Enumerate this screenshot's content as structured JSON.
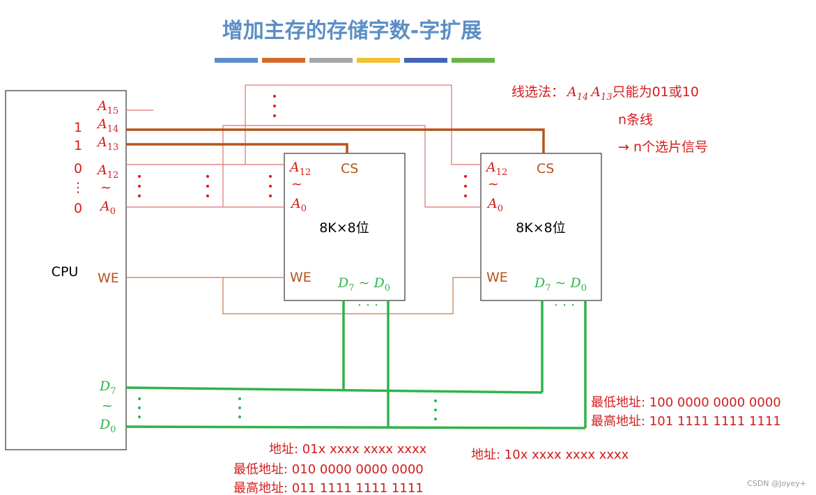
{
  "title": "增加主存的存储字数-字扩展",
  "colors": {
    "title": "#5b8ec4",
    "red": "#d31c1c",
    "brown": "#b5541b",
    "green": "#2fb34a",
    "thin_line": "#e07070",
    "we_line": "#c8784a",
    "bus_line": "#b5541b",
    "swatches": [
      "#5b8ec4",
      "#d46a2a",
      "#a5a5a5",
      "#f2c12e",
      "#4466b8",
      "#6cb24a"
    ]
  },
  "cpu": {
    "label": "CPU",
    "pins": {
      "a15": "A",
      "a15_sub": "15",
      "a14": "A",
      "a14_sub": "14",
      "a13": "A",
      "a13_sub": "13",
      "a12": "A",
      "a12_sub": "12",
      "tilde": "~",
      "a0": "A",
      "a0_sub": "0",
      "we": "WE",
      "d7": "D",
      "d7_sub": "7",
      "d0": "D",
      "d0_sub": "0"
    },
    "bits": {
      "b14": "1",
      "b13": "1",
      "b12": "0",
      "dots": "⋮",
      "b0": "0"
    }
  },
  "chips": [
    {
      "capacity": "8K×8位",
      "cs": "CS",
      "we": "WE",
      "a_hi": "A",
      "a_hi_sub": "12",
      "tilde": "~",
      "a_lo": "A",
      "a_lo_sub": "0",
      "data": "D",
      "data_hi_sub": "7",
      "data_sep": " ~ ",
      "data_lo_sub": "0",
      "bus_dots": "· · ·"
    },
    {
      "capacity": "8K×8位",
      "cs": "CS",
      "we": "WE",
      "a_hi": "A",
      "a_hi_sub": "12",
      "tilde": "~",
      "a_lo": "A",
      "a_lo_sub": "0",
      "data": "D",
      "data_hi_sub": "7",
      "data_sep": " ~ ",
      "data_lo_sub": "0",
      "bus_dots": "· · ·"
    }
  ],
  "notes": {
    "method_prefix": "线选法：",
    "method_a14": "A",
    "method_a14_sub": "14",
    "method_a13": "A",
    "method_a13_sub": "13",
    "method_suffix": "只能为01或10",
    "n_lines": "n条线",
    "n_signals": "→ n个选片信号"
  },
  "addresses": {
    "chip1_addr": "地址: 01x xxxx xxxx xxxx",
    "chip1_low": "最低地址: 010 0000 0000 0000",
    "chip1_high": "最高地址: 011 1111 1111 1111",
    "chip2_addr": "地址: 10x xxxx xxxx xxxx",
    "chip2_low": "最低地址: 100 0000 0000 0000",
    "chip2_high": "最高地址: 101 1111 1111 1111"
  },
  "watermark": "CSDN @Joyey+"
}
